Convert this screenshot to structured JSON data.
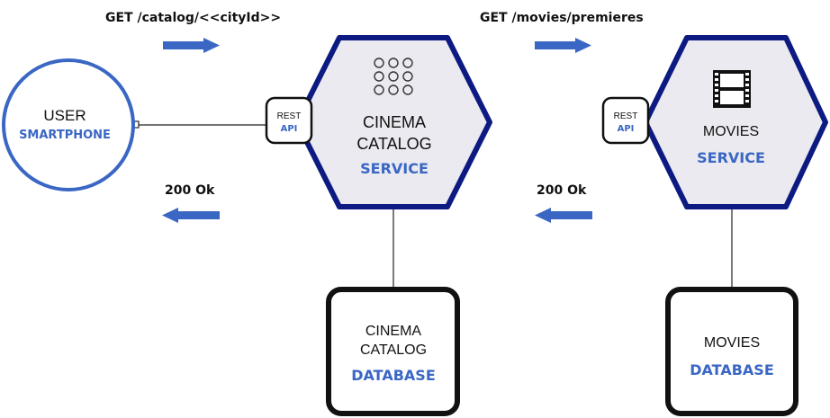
{
  "requests": {
    "catalog_get": "GET /catalog/<<cityId>>",
    "catalog_response": "200 Ok",
    "movies_get": "GET /movies/premieres",
    "movies_response": "200 Ok"
  },
  "user": {
    "title": "USER",
    "subtitle": "SMARTPHONE"
  },
  "cinema_catalog_service": {
    "line1": "CINEMA",
    "line2": "CATALOG",
    "kind": "SERVICE",
    "api_top": "REST",
    "api_bottom": "API",
    "icon": "grid-dots-icon"
  },
  "movies_service": {
    "line1": "MOVIES",
    "kind": "SERVICE",
    "api_top": "REST",
    "api_bottom": "API",
    "icon": "film-strip-icon"
  },
  "cinema_catalog_db": {
    "line1": "CINEMA",
    "line2": "CATALOG",
    "kind": "DATABASE"
  },
  "movies_db": {
    "line1": "MOVIES",
    "kind": "DATABASE"
  },
  "colors": {
    "accent_blue": "#3a66c4",
    "hexagon_border": "#0c1a82",
    "hexagon_fill": "#eaeaf0",
    "db_border": "#111111"
  }
}
